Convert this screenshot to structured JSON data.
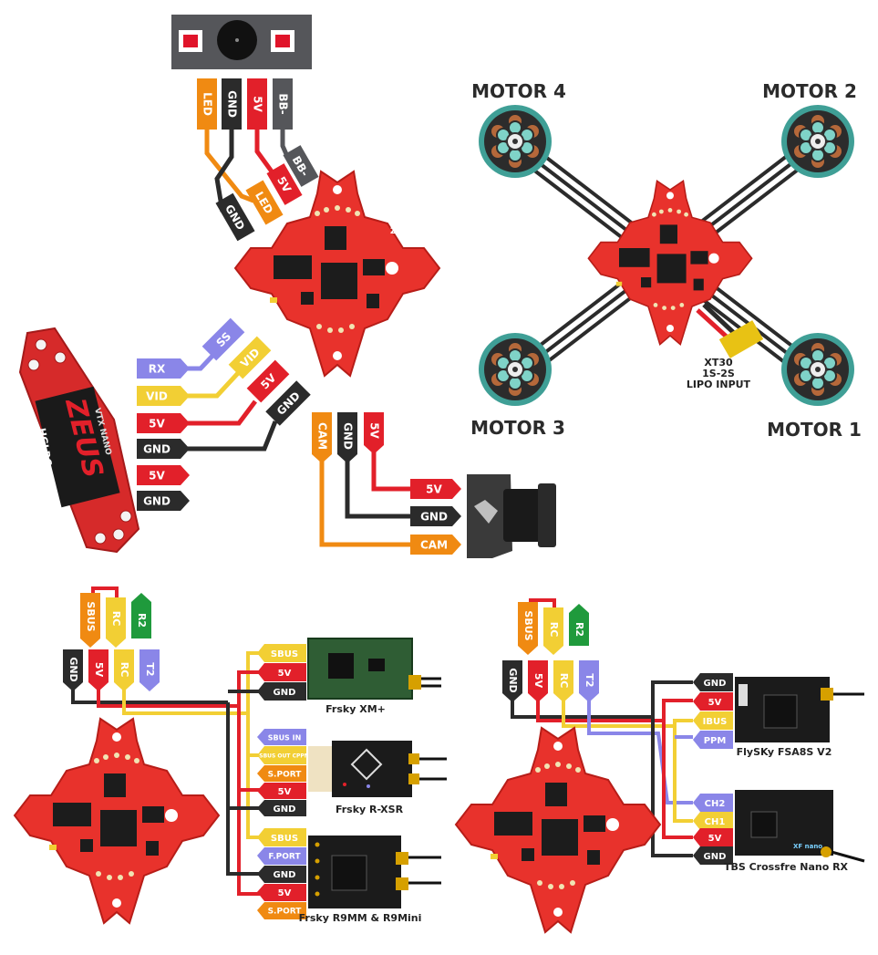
{
  "colors": {
    "red": "#e2202a",
    "black": "#2b2b2b",
    "orange": "#f08a12",
    "yellow": "#f2cf34",
    "purple": "#8a86e8",
    "green": "#1f9a3c",
    "board": "#e8322c",
    "motor": "#3f9f96"
  },
  "top": {
    "led_board_pins": [
      "LED",
      "GND",
      "5V",
      "BB-"
    ],
    "led_board_fc_tags": [
      "GND",
      "LED",
      "5V",
      "BB-"
    ],
    "vtx_pins": [
      "RX",
      "VID",
      "5V",
      "GND",
      "5V",
      "GND"
    ],
    "vtx_fc_tags": [
      "SS",
      "VID",
      "5V",
      "GND"
    ],
    "vtx_board_text": "HGLRC",
    "vtx_logo": "ZEUS",
    "vtx_board_model": "VTX NANO",
    "cam_tags_top": [
      "CAM",
      "GND",
      "5V"
    ],
    "cam_tags_right": [
      "5V",
      "GND",
      "CAM"
    ],
    "fc_label": "Zeus 5"
  },
  "quad": {
    "motor_labels": [
      "MOTOR 4",
      "MOTOR 2",
      "MOTOR 3",
      "MOTOR 1"
    ],
    "battery_lines": [
      "XT30",
      "1S-2S",
      "LIPO INPUT"
    ]
  },
  "bottom_left": {
    "fc_pads_top": [
      "SBUS",
      "RC",
      "R2"
    ],
    "fc_pads_bottom": [
      "GND",
      "5V",
      "RC",
      "T2"
    ],
    "xm_pins": [
      "SBUS",
      "5V",
      "GND"
    ],
    "xm_name": "Frsky XM+",
    "xsr_pins": [
      "SBUS IN",
      "SBUS OUT CPPM",
      "S.PORT",
      "5V",
      "GND"
    ],
    "xsr_name": "Frsky R-XSR",
    "r9_pins": [
      "SBUS",
      "F.PORT",
      "GND",
      "5V",
      "S.PORT"
    ],
    "r9_name": "Frsky R9MM & R9Mini"
  },
  "bottom_right": {
    "fc_pads_top": [
      "SBUS",
      "RC",
      "R2"
    ],
    "fc_pads_bottom": [
      "GND",
      "5V",
      "RC",
      "T2"
    ],
    "fs_pins": [
      "GND",
      "5V",
      "IBUS",
      "PPM"
    ],
    "fs_name": "FlySKy FSA8S V2",
    "tbs_pins": [
      "CH2",
      "CH1",
      "5V",
      "GND"
    ],
    "tbs_name": "TBS Crossfre Nano RX",
    "tbs_board_text": "XF nano"
  }
}
